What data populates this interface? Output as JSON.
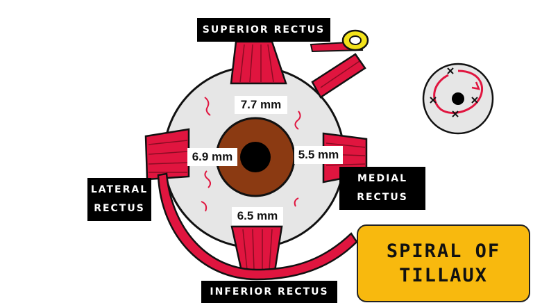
{
  "labels": {
    "superior": "SUPERIOR RECTUS",
    "medial_1": "MEDIAL",
    "medial_2": "RECTUS",
    "lateral_1": "LATERAL",
    "lateral_2": "RECTUS",
    "inferior": "INFERIOR RECTUS",
    "spiral_1": "SPIRAL OF",
    "spiral_2": "TILLAUX"
  },
  "measurements": {
    "superior": "7.7 mm",
    "medial": "5.5 mm",
    "lateral": "6.9 mm",
    "inferior": "6.5 mm"
  },
  "colors": {
    "muscle": "#e0153f",
    "sclera": "#e6e6e6",
    "iris": "#8b3a12",
    "pupil": "#000000",
    "callout": "#f8b90e",
    "label_bg": "#000000"
  }
}
